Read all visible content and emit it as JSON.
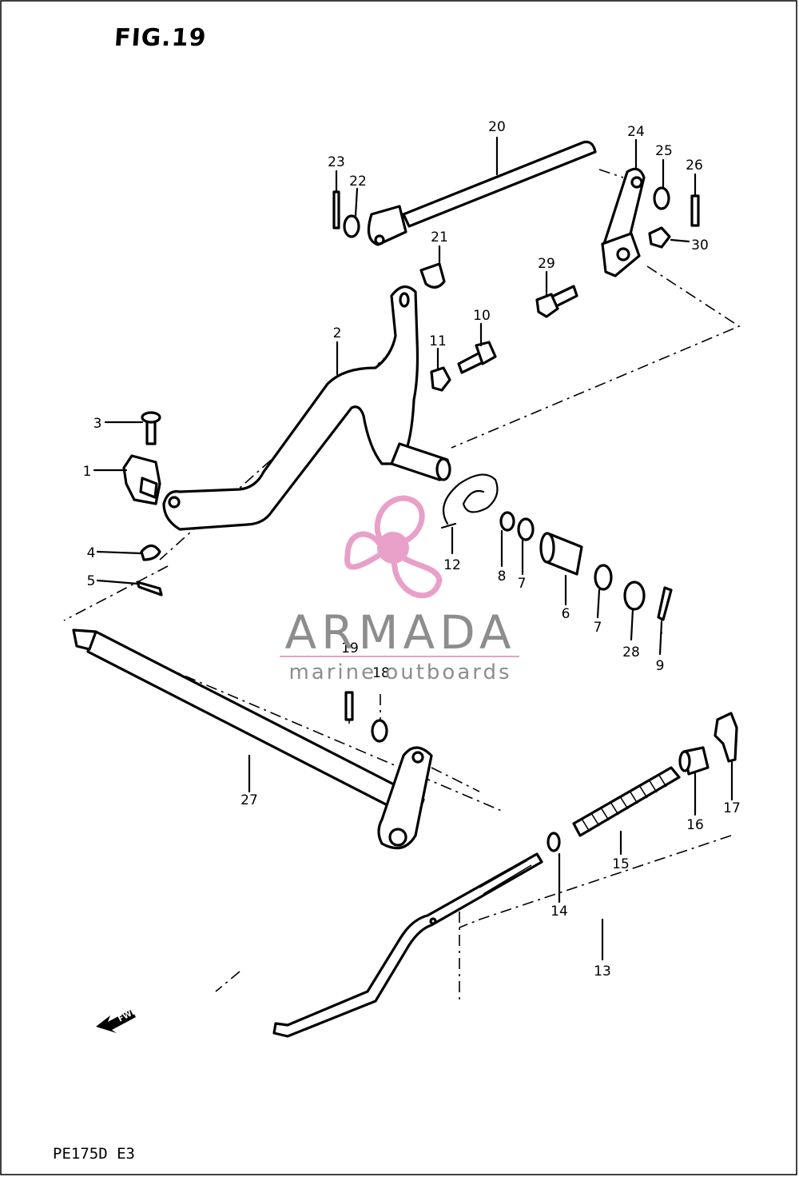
{
  "figure": {
    "title": "FIG.19",
    "code": "PE175D E3"
  },
  "watermark": {
    "name": "ARMADA",
    "tagline": "marine outboards",
    "color": "#e8a0c8"
  },
  "fwd_label": "FWD",
  "callouts": [
    "20",
    "24",
    "25",
    "26",
    "23",
    "22",
    "21",
    "30",
    "29",
    "2",
    "10",
    "11",
    "3",
    "1",
    "12",
    "8",
    "7",
    "6",
    "7",
    "28",
    "9",
    "4",
    "5",
    "19",
    "18",
    "27",
    "16",
    "17",
    "15",
    "14",
    "13"
  ]
}
